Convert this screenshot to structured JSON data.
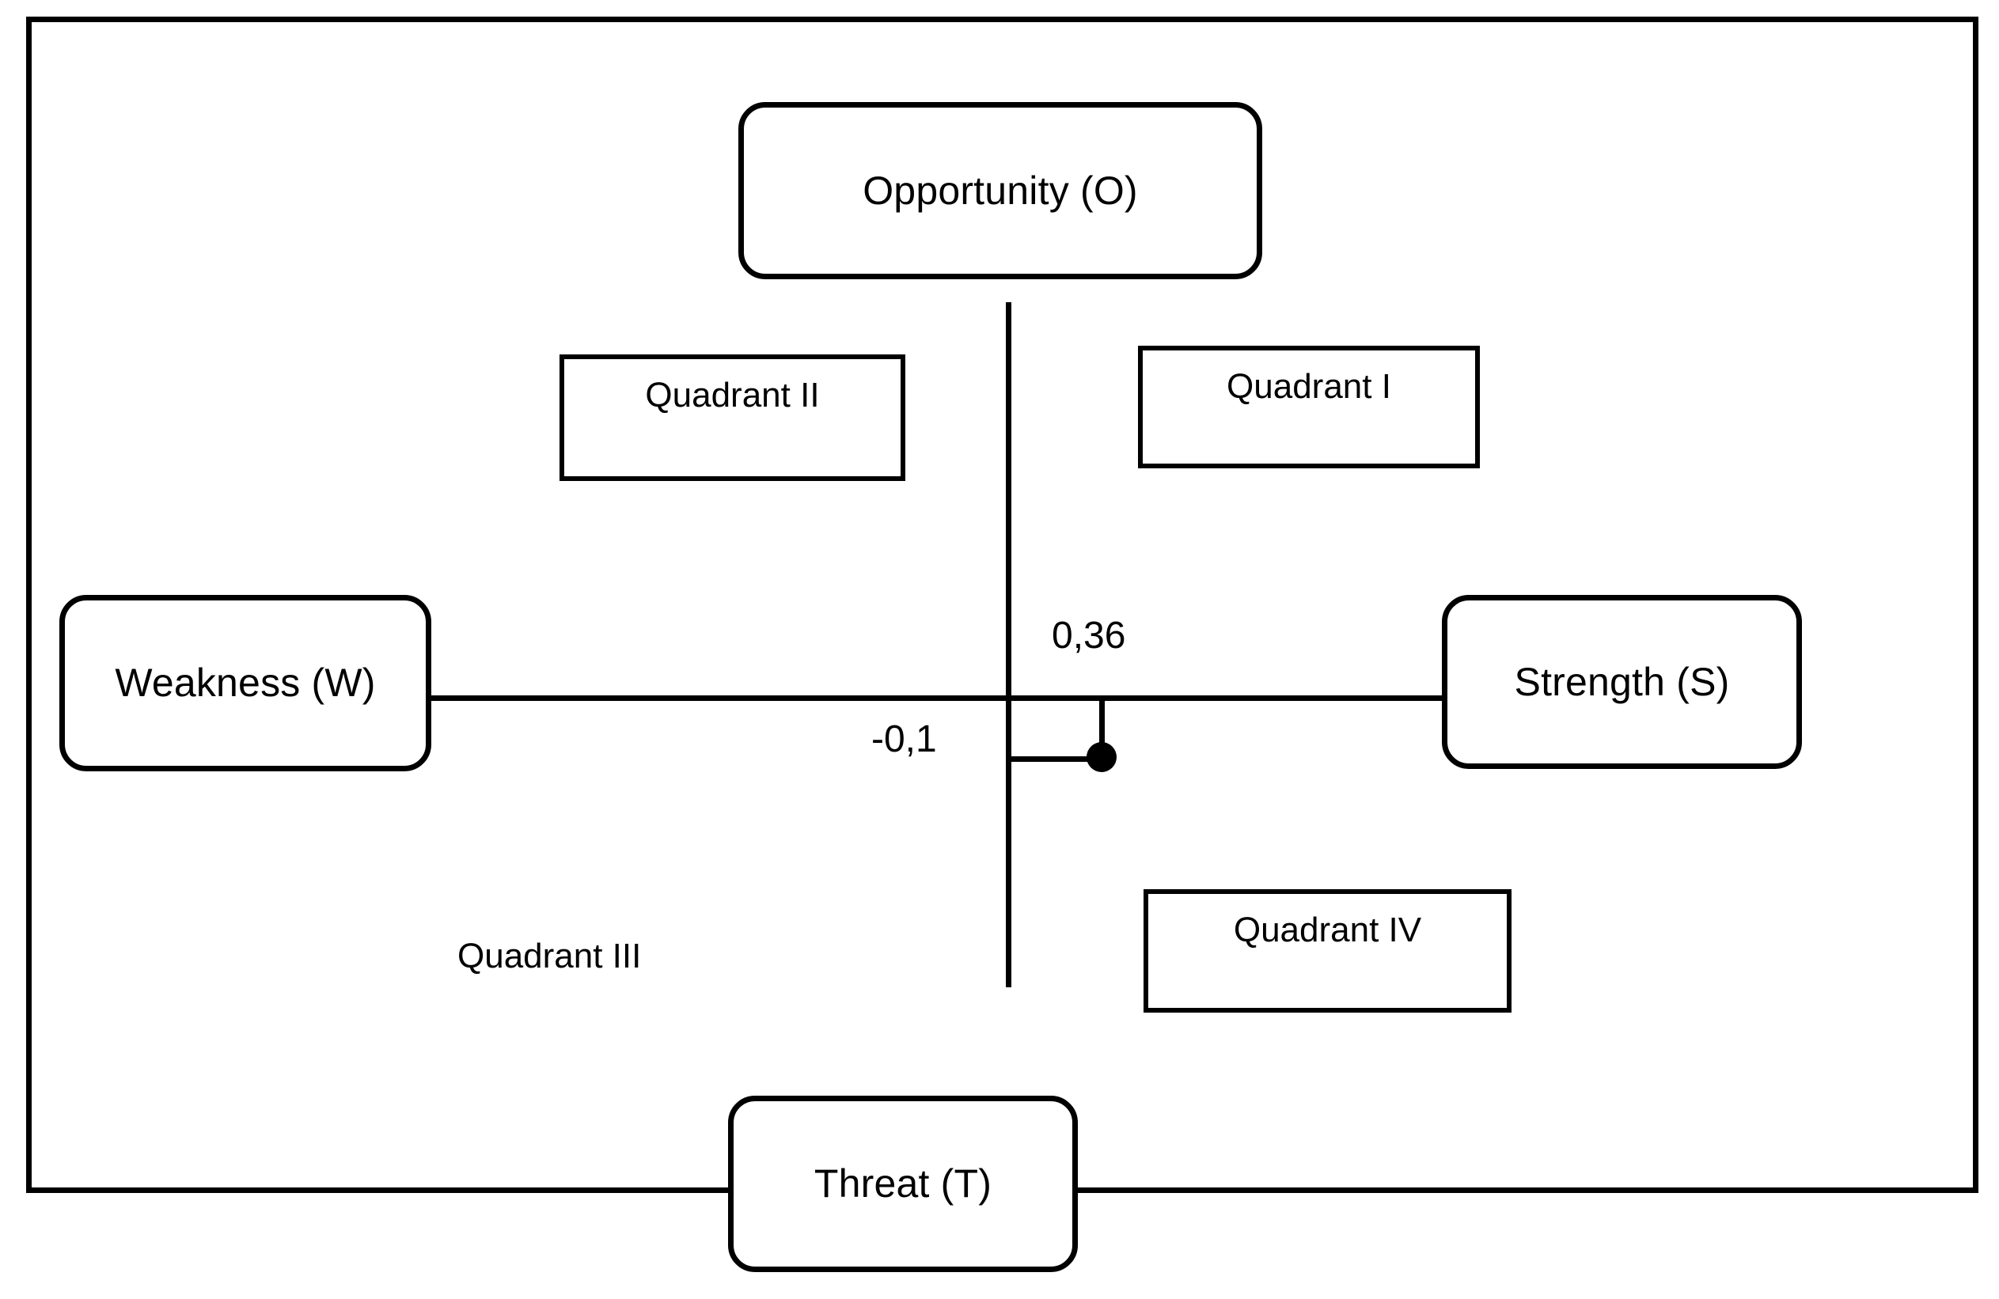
{
  "diagram": {
    "type": "swot-quadrant-matrix",
    "axes": {
      "top_label": "Opportunity (O)",
      "bottom_label": "Threat (T)",
      "left_label": "Weakness (W)",
      "right_label": "Strength (S)"
    },
    "quadrants": [
      {
        "id": "quadrant-1",
        "label": "Quadrant I",
        "boxed": true,
        "position": "top-right"
      },
      {
        "id": "quadrant-2",
        "label": "Quadrant II",
        "boxed": true,
        "position": "top-left"
      },
      {
        "id": "quadrant-3",
        "label": "Quadrant III",
        "boxed": false,
        "position": "bottom-left"
      },
      {
        "id": "quadrant-4",
        "label": "Quadrant IV",
        "boxed": true,
        "position": "bottom-right"
      }
    ],
    "data_point": {
      "x_value": "-0,1",
      "y_value": "0,36",
      "quadrant": "Quadrant IV",
      "marker": "filled-circle"
    },
    "colors": {
      "stroke": "#000000",
      "background": "#ffffff"
    }
  },
  "chart_data": {
    "type": "scatter",
    "title": "",
    "xlabel": "Weakness (W) — Strength (S)",
    "ylabel": "Threat (T) — Opportunity (O)",
    "x": [
      0.36
    ],
    "y": [
      -0.1
    ],
    "point_labels": [
      "0,36",
      "-0,1"
    ],
    "quadrant_labels": [
      "Quadrant I",
      "Quadrant II",
      "Quadrant III",
      "Quadrant IV"
    ],
    "axis_endpoint_labels": {
      "top": "Opportunity (O)",
      "bottom": "Threat (T)",
      "left": "Weakness (W)",
      "right": "Strength (S)"
    },
    "grid": false,
    "legend": "none"
  }
}
